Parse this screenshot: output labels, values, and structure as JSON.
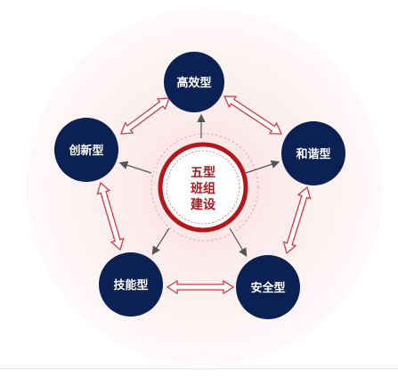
{
  "diagram": {
    "center": {
      "lines": [
        "五型",
        "班组",
        "建设"
      ]
    },
    "nodes": [
      {
        "id": "efficient",
        "label": "高效型"
      },
      {
        "id": "harmonious",
        "label": "和谐型"
      },
      {
        "id": "safe",
        "label": "安全型"
      },
      {
        "id": "skilled",
        "label": "技能型"
      },
      {
        "id": "innovative",
        "label": "创新型"
      }
    ]
  },
  "colors": {
    "node_fill": "#0b2153",
    "center_ring": "#b5161c",
    "arrow_red": "#d9383e",
    "arrow_gray": "#555555",
    "halo": "#fdf0f0"
  }
}
